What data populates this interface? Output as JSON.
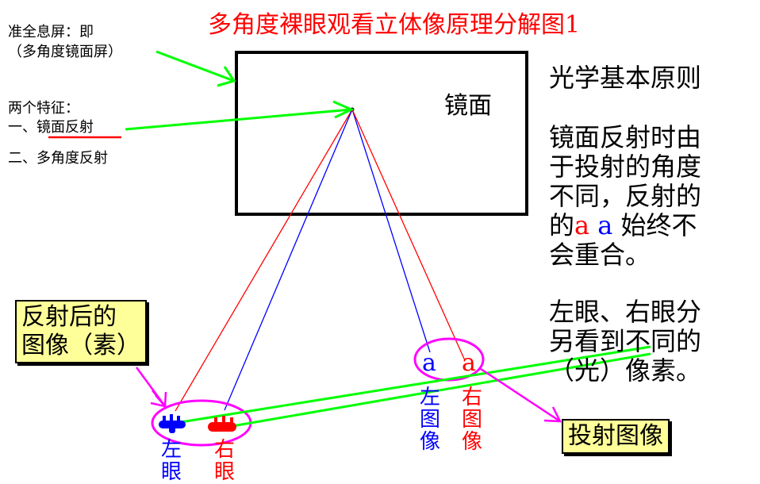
{
  "title": "多角度裸眼观看立体像原理分解图1",
  "left_notes": {
    "line1": "准全息屏：即",
    "line2": "（多角度镜面屏）",
    "features_heading": "两个特征：",
    "feature1_prefix": "一、",
    "feature1": "镜面反射",
    "feature2": "二、多角度反射"
  },
  "mirror_label": "镜面",
  "right_text": {
    "heading": "光学基本原则",
    "p1": [
      "镜面反射时由",
      "于投射的角度",
      "不同，反射的"
    ],
    "p1_line4_prefix": "的",
    "a_red": "a",
    "a_blue": "a",
    "p1_line4_suffix": "始终不",
    "p1_line5": "会重合。",
    "p2": [
      "左眼、右眼分",
      "另看到不同的",
      "（光）像素。"
    ]
  },
  "box_reflected": [
    "反射后的",
    "图像（素）"
  ],
  "box_projected": "投射图像",
  "eyes": {
    "left": [
      "左",
      "眼"
    ],
    "right": [
      "右",
      "眼"
    ]
  },
  "images": {
    "left": [
      "左",
      "图",
      "像"
    ],
    "right": [
      "右",
      "图",
      "像"
    ],
    "left_char": "a",
    "right_char": "a"
  },
  "colors": {
    "red": "#ff0000",
    "blue": "#0000ff",
    "green": "#00ff00",
    "magenta": "#ff00ff",
    "yellow_box": "#ffff99"
  }
}
